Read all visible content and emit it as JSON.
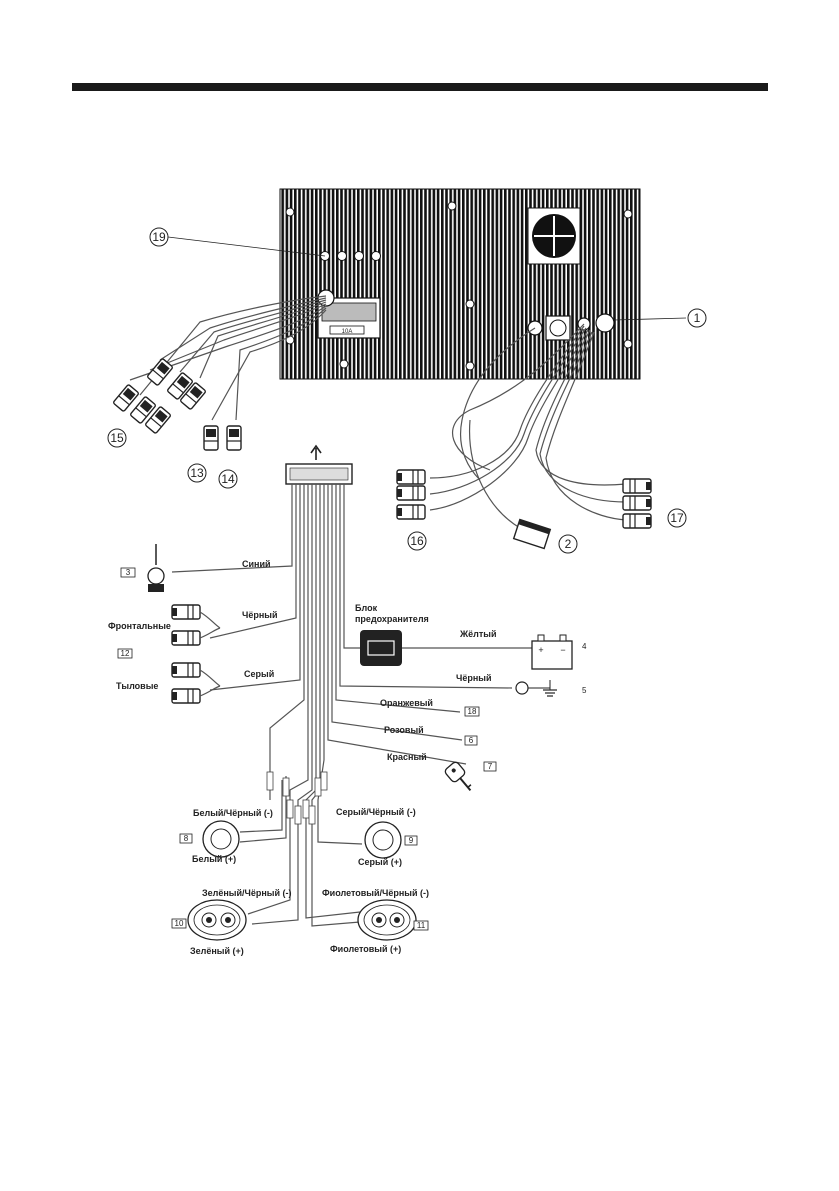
{
  "colors": {
    "ink": "#1a1a1a",
    "wire": "#555555",
    "fins": "#111111"
  },
  "callouts": [
    "1",
    "2",
    "13",
    "14",
    "15",
    "16",
    "17",
    "19"
  ],
  "unit": {
    "fuse_rating": "10A"
  },
  "wires": {
    "blue": "Синий",
    "black_rca": "Чёрный",
    "gray_rca": "Серый",
    "fuse_block": [
      "Блок",
      "предохранителя"
    ],
    "yellow": "Жёлтый",
    "black_ground": "Чёрный",
    "orange": "Оранжевый",
    "pink": "Розовый",
    "red": "Красный"
  },
  "groups": {
    "front": "Фронтальные",
    "rear": "Тыловые"
  },
  "speakers": {
    "white_neg": "Белый/Чёрный (-)",
    "white_pos": "Белый (+)",
    "gray_neg": "Серый/Чёрный (-)",
    "gray_pos": "Серый (+)",
    "green_neg": "Зелёный/Чёрный (-)",
    "green_pos": "Зелёный (+)",
    "violet_neg": "Фиолетовый/Чёрный (-)",
    "violet_pos": "Фиолетовый (+)"
  },
  "item_numbers": {
    "n3": "3",
    "n4": "4",
    "n5": "5",
    "n6": "6",
    "n7": "7",
    "n8": "8",
    "n9": "9",
    "n10": "10",
    "n11": "11",
    "n12": "12",
    "n18": "18"
  },
  "battery": {
    "plus": "+",
    "minus": "−"
  }
}
